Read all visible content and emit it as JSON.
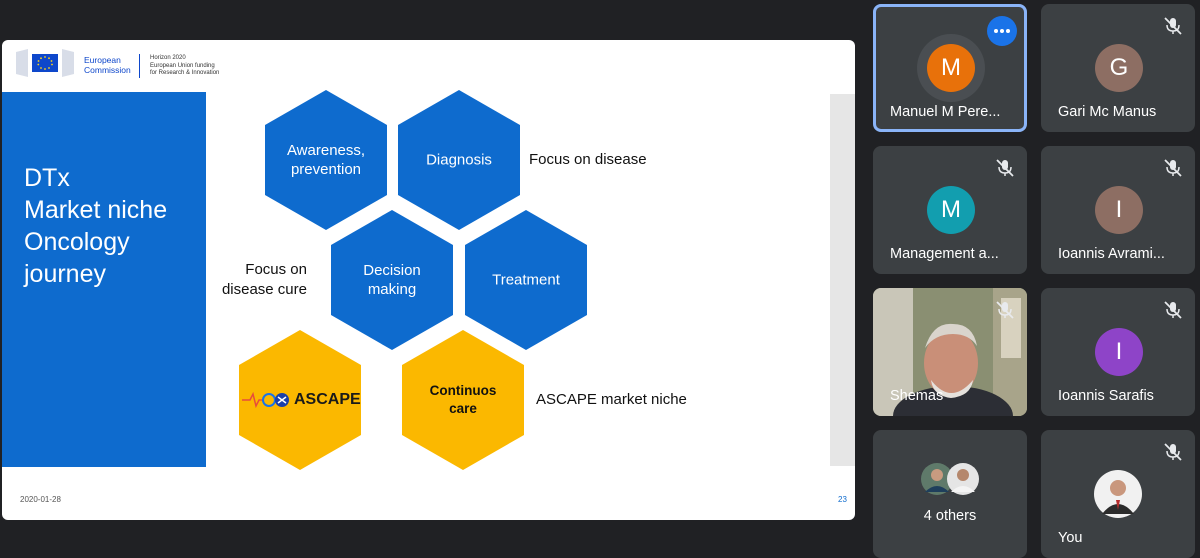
{
  "slide": {
    "org_name_line1": "European",
    "org_name_line2": "Commission",
    "program_line1": "Horizon 2020",
    "program_line2": "European Union funding",
    "program_line3": "for Research & Innovation",
    "title": "DTx\nMarket niche\nOncology\njourney",
    "hexagons": {
      "awareness": "Awareness,\nprevention",
      "diagnosis": "Diagnosis",
      "decision": "Decision\nmaking",
      "treatment": "Treatment",
      "ascape_logo": "ASCAPE",
      "continuous": "Continuos\ncare"
    },
    "side_labels": {
      "focus_disease": "Focus on disease",
      "focus_cure": "Focus on\ndisease cure",
      "market_niche": "ASCAPE market niche"
    },
    "date": "2020-01-28",
    "page_number": "23",
    "colors": {
      "blue": "#0e6bce",
      "yellow": "#fbb800"
    }
  },
  "participants": [
    {
      "name": "Manuel M Pere...",
      "initial": "M",
      "avatar_color": "#e8710a",
      "state": "speaking-more-options"
    },
    {
      "name": "Gari Mc Manus",
      "initial": "G",
      "avatar_color": "#8d6e63",
      "state": "muted"
    },
    {
      "name": "Management a...",
      "initial": "M",
      "avatar_color": "#129eaf",
      "state": "muted"
    },
    {
      "name": "Ioannis Avrami...",
      "initial": "I",
      "avatar_color": "#8d6e63",
      "state": "muted"
    },
    {
      "name": "Shemas",
      "initial": "",
      "avatar_color": "",
      "state": "muted-video"
    },
    {
      "name": "Ioannis Sarafis",
      "initial": "I",
      "avatar_color": "#8e44c8",
      "state": "muted"
    },
    {
      "name": "4 others",
      "initial": "",
      "avatar_color": "",
      "state": "group"
    },
    {
      "name": "You",
      "initial": "",
      "avatar_color": "",
      "state": "muted-photo"
    }
  ]
}
